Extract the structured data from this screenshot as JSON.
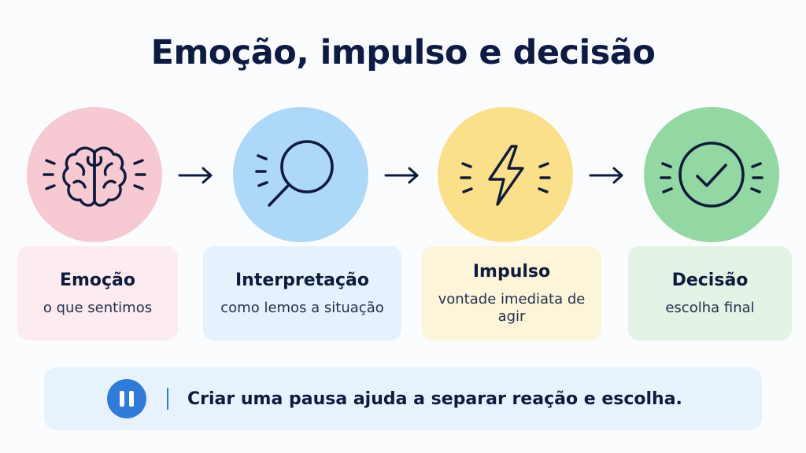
{
  "title": "Emoção, impulso e decisão",
  "colors": {
    "ink": "#0f1b3d",
    "emotion_circle": "#f6c9d3",
    "emotion_card": "#fdecef",
    "interpretation_circle": "#aed8f7",
    "interpretation_card": "#e5f2fd",
    "impulse_circle": "#fbe08a",
    "impulse_card": "#fdf5da",
    "decision_circle": "#93d7a2",
    "decision_card": "#e3f4e6",
    "accent": "#2f7bdc"
  },
  "steps": [
    {
      "id": "emotion",
      "icon": "brain-icon",
      "title": "Emoção",
      "subtitle": "o que sentimos"
    },
    {
      "id": "interpretation",
      "icon": "magnifier-icon",
      "title": "Interpretação",
      "subtitle": "como lemos a situação"
    },
    {
      "id": "impulse",
      "icon": "lightning-icon",
      "title": "Impulso",
      "subtitle": "vontade imediata de agir"
    },
    {
      "id": "decision",
      "icon": "checkmark-icon",
      "title": "Decisão",
      "subtitle": "escolha final"
    }
  ],
  "note": {
    "icon": "pause-icon",
    "text": "Criar uma pausa ajuda a separar reação e escolha."
  }
}
